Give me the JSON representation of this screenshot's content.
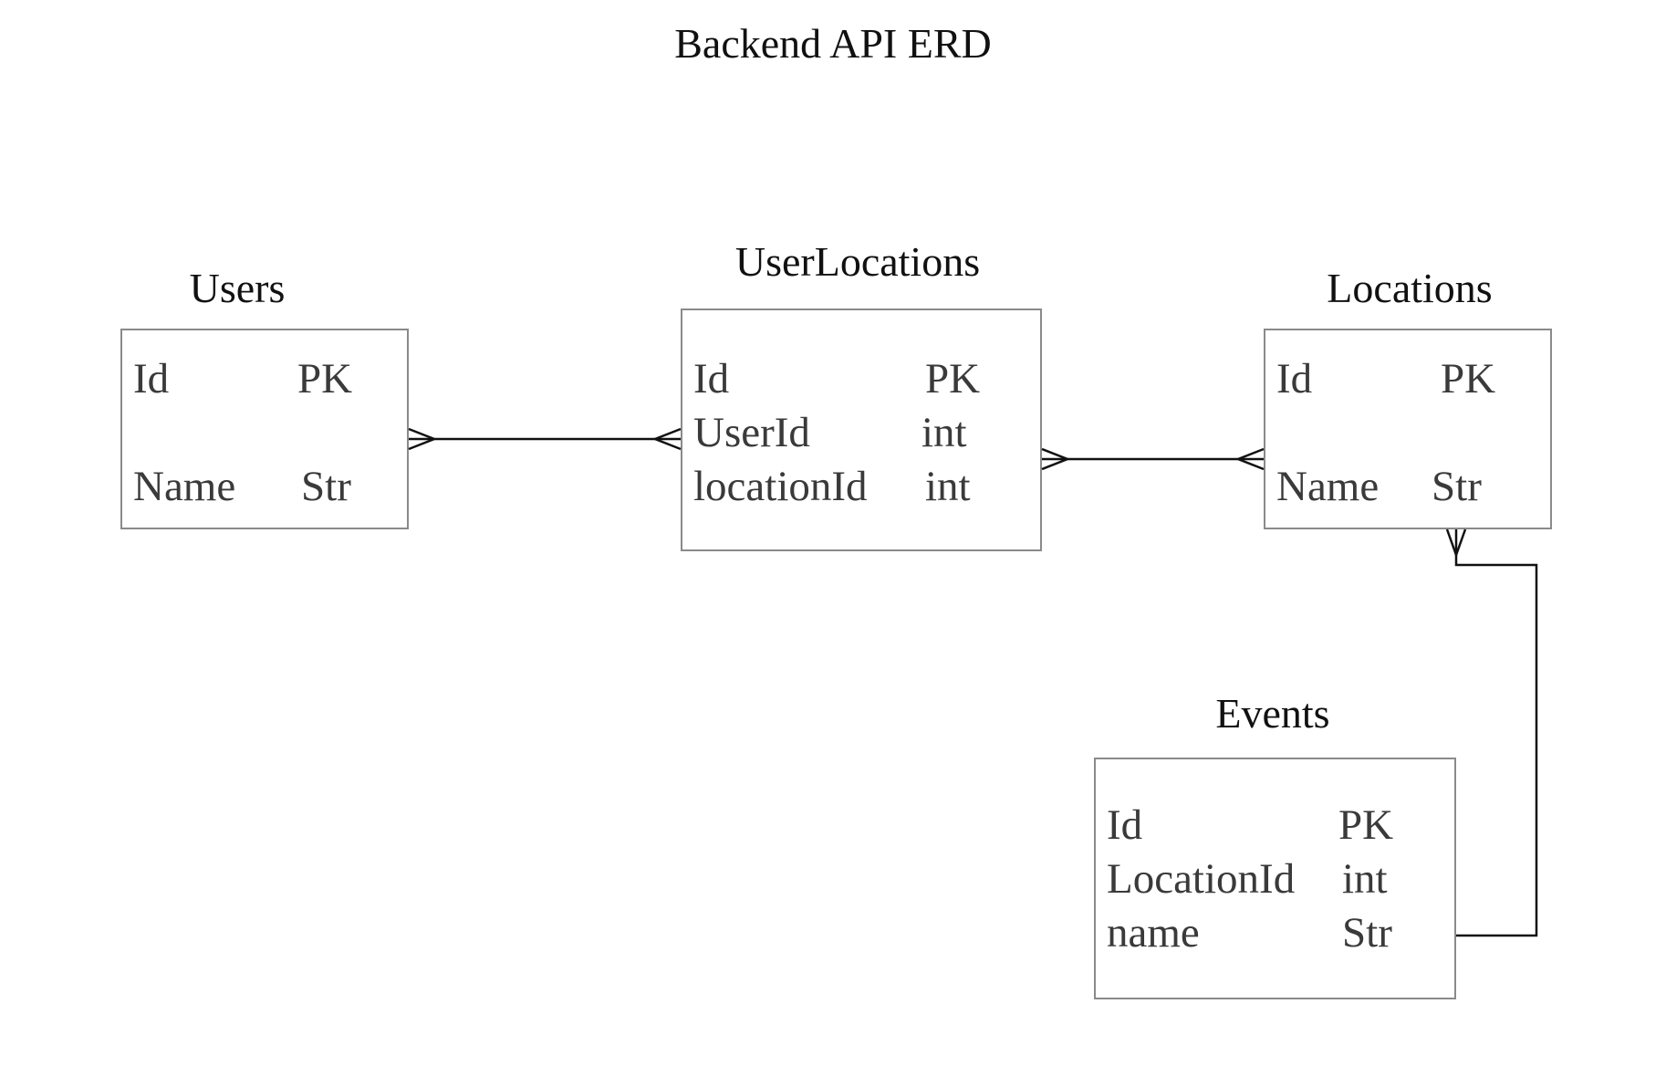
{
  "diagram": {
    "title": "Backend API ERD"
  },
  "entities": {
    "users": {
      "name": "Users",
      "rows": [
        {
          "field": "Id",
          "type": "PK"
        },
        {
          "field": "Name",
          "type": "Str"
        }
      ]
    },
    "user_locations": {
      "name": "UserLocations",
      "rows": [
        {
          "field": "Id",
          "type": "PK"
        },
        {
          "field": "UserId",
          "type": "int"
        },
        {
          "field": "locationId",
          "type": "int"
        }
      ]
    },
    "locations": {
      "name": "Locations",
      "rows": [
        {
          "field": "Id",
          "type": "PK"
        },
        {
          "field": "Name",
          "type": "Str"
        }
      ]
    },
    "events": {
      "name": "Events",
      "rows": [
        {
          "field": "Id",
          "type": "PK"
        },
        {
          "field": "LocationId",
          "type": "int"
        },
        {
          "field": "name",
          "type": "Str"
        }
      ]
    }
  },
  "relationships": [
    {
      "from": "Users",
      "from_cardinality": "many",
      "to": "UserLocations",
      "to_cardinality": "many"
    },
    {
      "from": "UserLocations",
      "from_cardinality": "many",
      "to": "Locations",
      "to_cardinality": "many"
    },
    {
      "from": "Events",
      "from_cardinality": "one",
      "to": "Locations",
      "to_cardinality": "many"
    }
  ],
  "colors": {
    "box_border": "#8a8a8a",
    "line": "#111111",
    "attribute_text": "#3a3a3a",
    "title_text": "#111111"
  }
}
